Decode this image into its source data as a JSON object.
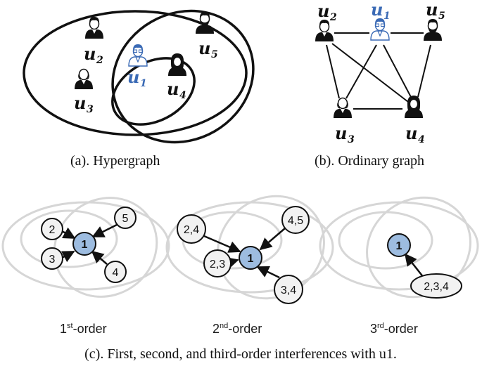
{
  "panel_a": {
    "caption": "(a). Hypergraph",
    "labels": {
      "u1": "u1",
      "u2": "u2",
      "u3": "u3",
      "u4": "u4",
      "u5": "u5"
    }
  },
  "panel_b": {
    "caption": "(b). Ordinary graph",
    "labels": {
      "u1": "u1",
      "u2": "u2",
      "u3": "u3",
      "u4": "u4",
      "u5": "u5"
    }
  },
  "panel_c": {
    "caption": "(c). First, second, and third-order interferences with u1.",
    "first": {
      "num": "1",
      "sup": "st",
      "suffix": "-order",
      "center": "1",
      "nodes": [
        "2",
        "3",
        "5",
        "4"
      ]
    },
    "second": {
      "num": "2",
      "sup": "nd",
      "suffix": "-order",
      "center": "1",
      "nodes": [
        "2,4",
        "2,3",
        "4,5",
        "3,4"
      ]
    },
    "third": {
      "num": "3",
      "sup": "rd",
      "suffix": "-order",
      "center": "1",
      "nodes": [
        "2,3,4"
      ]
    }
  },
  "colors": {
    "accent": "#3a6ab5",
    "node_fill": "#9dbce0",
    "light_node": "#f2f2f2",
    "ellipse_gray": "#d6d6d6"
  }
}
